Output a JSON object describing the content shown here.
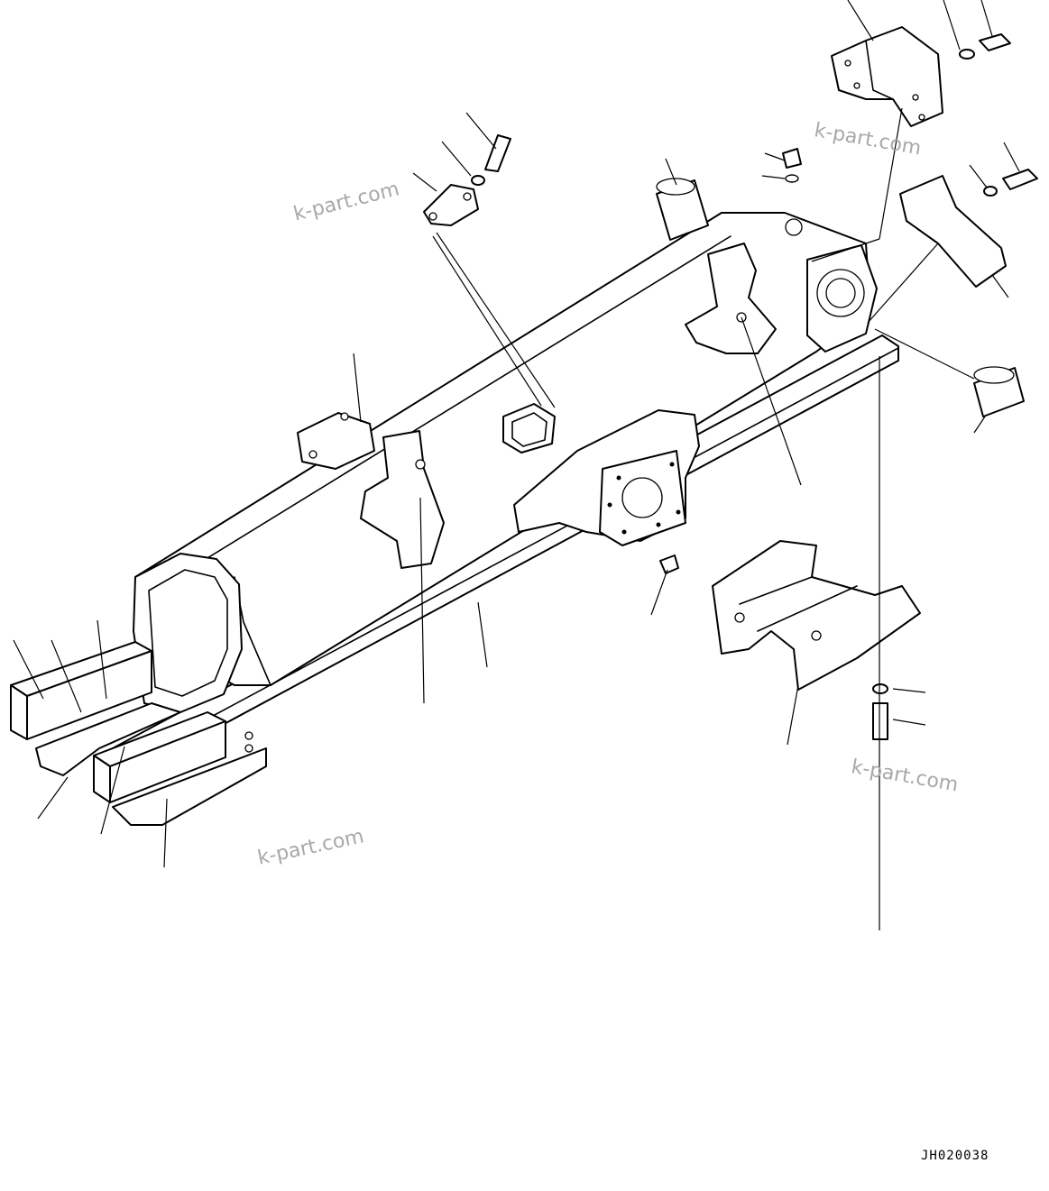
{
  "watermarks": [
    "k-part.com",
    "k-part.com",
    "k-part.com",
    "k-part.com"
  ],
  "drawing_code": "JH020038",
  "colors": {
    "line": "#000000",
    "background": "#ffffff",
    "watermark": "#a8a8a8"
  }
}
